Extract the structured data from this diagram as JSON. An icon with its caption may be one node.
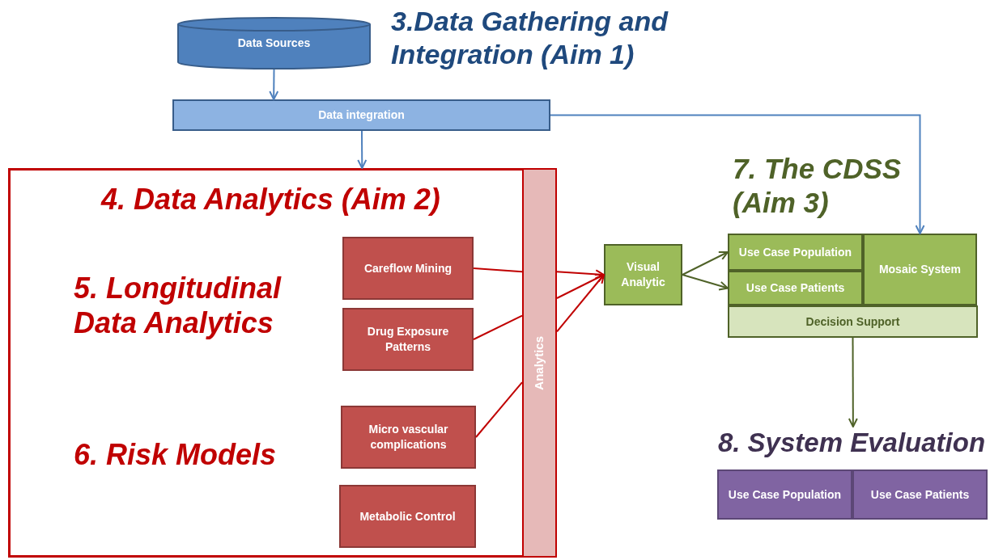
{
  "diagram": {
    "nodes": [
      {
        "text": [
          "Data Sources"
        ]
      },
      {
        "text": [
          "Data integration"
        ]
      },
      {
        "text": [
          "4. Data Analytics (Aim 2)",
          "5. Longitudinal Data Analytics",
          "6. Risk Models"
        ]
      },
      {
        "text": [
          "Careflow Mining"
        ],
        "in": 2
      },
      {
        "text": [
          "Drug Exposure Patterns"
        ],
        "in": 2
      },
      {
        "text": [
          "Micro vascular complications"
        ],
        "in": 2
      },
      {
        "text": [
          "Metabolic Control"
        ],
        "in": 2
      },
      {
        "text": [
          "Analytics"
        ],
        "in": 2
      },
      {
        "text": [
          "Visual Analytic"
        ]
      },
      {
        "text": [
          "7. The CDSS (Aim 3)"
        ]
      },
      {
        "text": [
          "Use Case Population"
        ],
        "in": 9
      },
      {
        "text": [
          "Use Case Patients"
        ],
        "in": 9
      },
      {
        "text": [
          "Mosaic System"
        ],
        "in": 9
      },
      {
        "text": [
          "Decision Support"
        ],
        "in": 9
      },
      {
        "text": [
          "8. System Evaluation"
        ]
      },
      {
        "text": [
          "Use Case Population"
        ],
        "in": 14
      },
      {
        "text": [
          "Use Case Patients"
        ],
        "in": 14
      }
    ],
    "edges": [
      {
        "from": 0,
        "to": 1,
        "arrow": "to",
        "color": "#4f81bd"
      },
      {
        "from": 1,
        "to": 2,
        "arrow": "to",
        "color": "#4f81bd"
      },
      {
        "from": 1,
        "to": 12,
        "arrow": "to",
        "color": "#4f81bd"
      },
      {
        "from": 3,
        "to": 7,
        "arrow": "none"
      },
      {
        "from": 4,
        "to": 7,
        "arrow": "none"
      },
      {
        "from": 5,
        "to": 7,
        "arrow": "none"
      },
      {
        "from": 7,
        "to": 8,
        "arrow": "to"
      },
      {
        "from": 7,
        "to": 8,
        "arrow": "to"
      },
      {
        "from": 7,
        "to": 8,
        "arrow": "to"
      },
      {
        "from": 8,
        "to": 10,
        "arrow": "to",
        "color": "#4f6228"
      },
      {
        "from": 8,
        "to": 11,
        "arrow": "to",
        "color": "#4f6228"
      },
      {
        "from": 13,
        "to": 14,
        "arrow": "to",
        "color": "#4f6228"
      }
    ],
    "labels": [
      "3.Data Gathering and Integration (Aim 1)"
    ]
  }
}
